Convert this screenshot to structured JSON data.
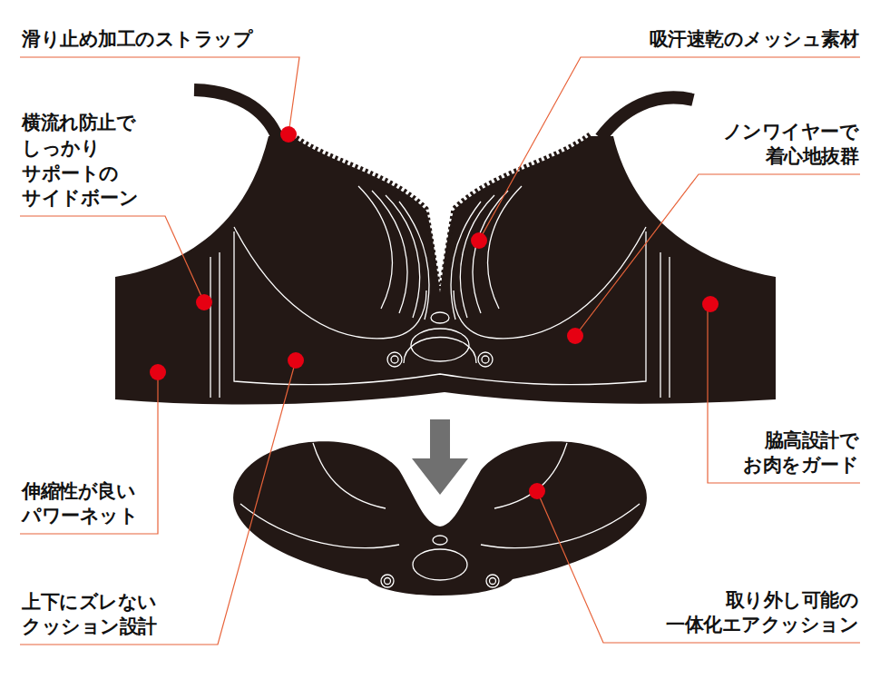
{
  "diagram": {
    "labels": [
      "滑り止め加工のストラップ",
      "横流れ防止で しっかり サポートの サイドボーン",
      "伸縮性が良い パワーネット",
      "上下にズレない クッション設計",
      "吸汗速乾のメッシュ素材",
      "ノンワイヤーで 着心地抜群",
      "脇高設計で お肉をガード",
      "取り外し可能の 一体化エアクッション"
    ]
  }
}
